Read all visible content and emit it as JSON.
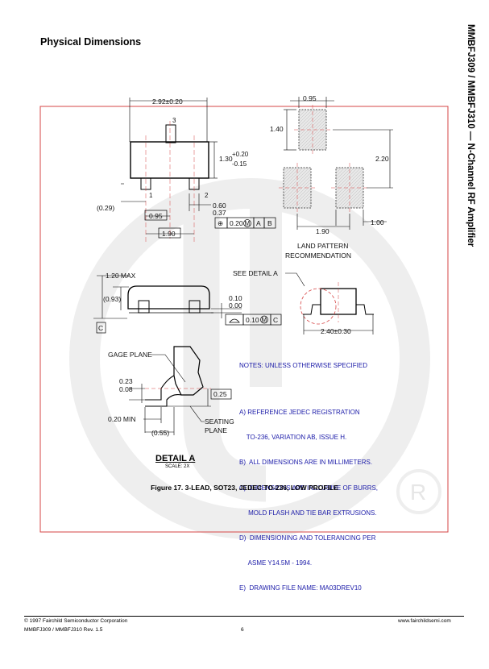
{
  "page": {
    "section_title": "Physical Dimensions",
    "side_title": "MMBFJ309 / MMBFJ310 — N-Channel RF Amplifier",
    "figure_caption": "Figure 17. 3-LEAD, SOT23, JEDEC TO-236, LOW PROFILE"
  },
  "drawing": {
    "top_view": {
      "width_dim": "2.92±0.20",
      "pin3": "3",
      "pin1": "1",
      "pin2": "2",
      "height_dim": "1.30",
      "height_tol_plus": "+0.20",
      "height_tol_minus": "-0.15",
      "lead_offset": "(0.29)",
      "pitch": "0.95",
      "pitch2": "1.90",
      "lead_width_max": "0.60",
      "lead_width_min": "0.37",
      "tol_symbol": "⊕",
      "tol_value": "0.20",
      "tol_mod": "M",
      "datum_a": "A",
      "datum_b": "B"
    },
    "land_pattern": {
      "width_dim": "0.95",
      "pad_height": "1.40",
      "pitch_v": "2.20",
      "pitch_h": "1.90",
      "pad_length": "1.00",
      "label_line1": "LAND PATTERN",
      "label_line2": "RECOMMENDATION"
    },
    "side_view": {
      "max_height": "1.20 MAX",
      "body_height": "(0.93)",
      "datum_c": "C",
      "standoff_max": "0.10",
      "standoff_min": "0.00",
      "flat_tol": "0.10",
      "flat_mod": "M",
      "flat_datum": "C",
      "see_detail": "SEE DETAIL A",
      "overall_width": "2.40±0.30"
    },
    "detail_a": {
      "gage_plane": "GAGE PLANE",
      "angle_max": "0.23",
      "angle_min": "0.08",
      "gage_dim": "0.25",
      "foot_min": "0.20 MIN",
      "foot_ref": "(0.55)",
      "seating_line1": "SEATING",
      "seating_line2": "PLANE",
      "title": "DETAIL A",
      "scale": "SCALE: 2X"
    }
  },
  "notes": {
    "heading": "NOTES: UNLESS OTHERWISE SPECIFIED",
    "lines": [
      "A) REFERENCE JEDEC REGISTRATION",
      "    TO-236, VARIATION AB, ISSUE H.",
      "B)  ALL DIMENSIONS ARE IN MILLIMETERS.",
      "C)  DIMENSIONS ARE INCLUSIVE OF BURRS,",
      "     MOLD FLASH AND TIE BAR EXTRUSIONS.",
      "D)  DIMENSIONING AND TOLERANCING PER",
      "     ASME Y14.5M - 1994.",
      "E)  DRAWING FILE NAME: MA03DREV10"
    ]
  },
  "footer": {
    "copyright": "© 1997 Fairchild Semiconductor Corporation",
    "revision": "MMBFJ309 / MMBFJ310 Rev. 1.5",
    "page_number": "6",
    "website": "www.fairchildsemi.com"
  },
  "colors": {
    "frame": "#d64545",
    "watermark": "#eeeeee",
    "blue_text": "#1a1aa8"
  }
}
